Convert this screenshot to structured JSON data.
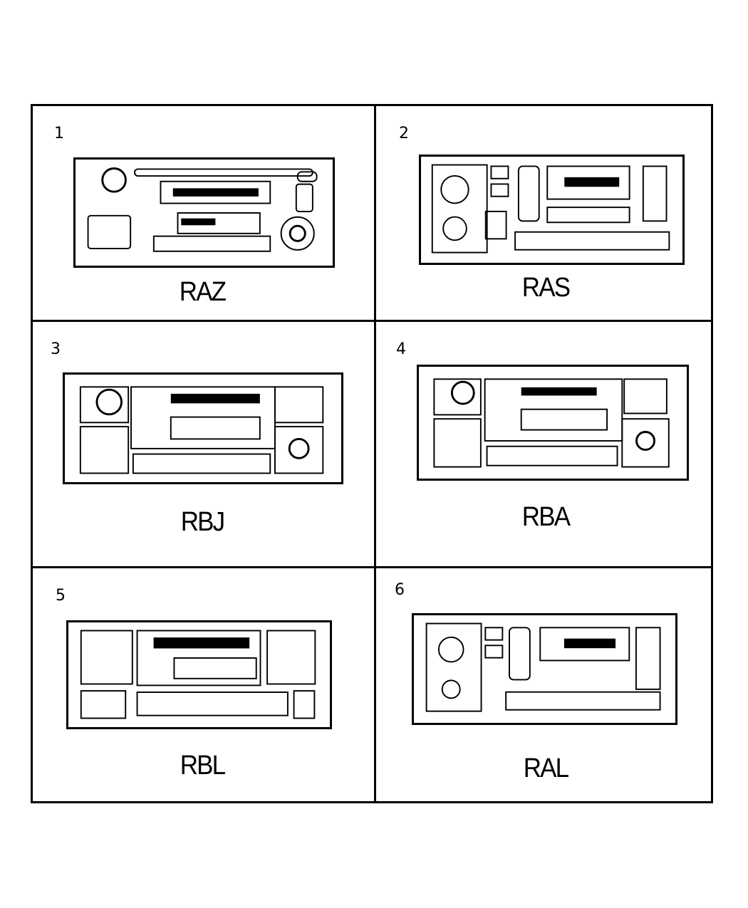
{
  "cells": [
    {
      "number": "1",
      "code": "RAZ"
    },
    {
      "number": "2",
      "code": "RAS"
    },
    {
      "number": "3",
      "code": "RBJ"
    },
    {
      "number": "4",
      "code": "RBA"
    },
    {
      "number": "5",
      "code": "RBL"
    },
    {
      "number": "6",
      "code": "RAL"
    }
  ]
}
